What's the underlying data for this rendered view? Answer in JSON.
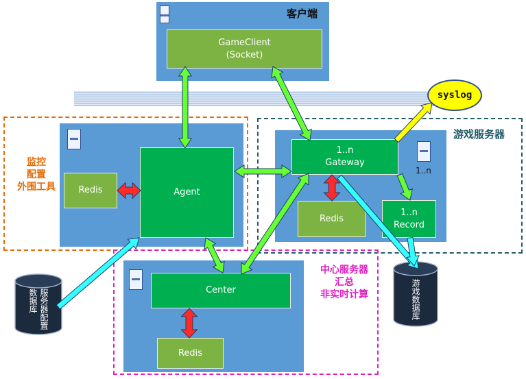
{
  "client": {
    "title": "客户端",
    "gameclient_line1": "GameClient",
    "gameclient_line2": "(Socket)"
  },
  "monitor": {
    "line1": "监控",
    "line2": "配置",
    "line3": "外围工具"
  },
  "agent_zone": {
    "redis_label": "Redis",
    "agent_label": "Agent"
  },
  "game_server": {
    "title": "游戏服务器",
    "gateway_line1": "1..n",
    "gateway_line2": "Gateway",
    "count_label": "1..n",
    "redis_label": "Redis",
    "record_line1": "1..n",
    "record_line2": "Record"
  },
  "syslog": {
    "label": "syslog"
  },
  "center": {
    "title_line1": "中心服务器",
    "title_line2": "汇总",
    "title_line3": "非实时计算",
    "center_label": "Center",
    "redis_label": "Redis"
  },
  "db_left": {
    "label": "服务器配置数据库"
  },
  "db_right": {
    "label": "游戏数据库"
  },
  "colors": {
    "panel": "#5b9bd5",
    "light_green": "#7cb342",
    "dark_green": "#00b050",
    "orange_border": "#e36c09",
    "teal_border": "#215968",
    "magenta": "#e020c0",
    "arrow_green": "#66ff33",
    "arrow_red": "#ff2a2a",
    "arrow_cyan": "#33ffff",
    "arrow_yellow": "#ffff00"
  }
}
